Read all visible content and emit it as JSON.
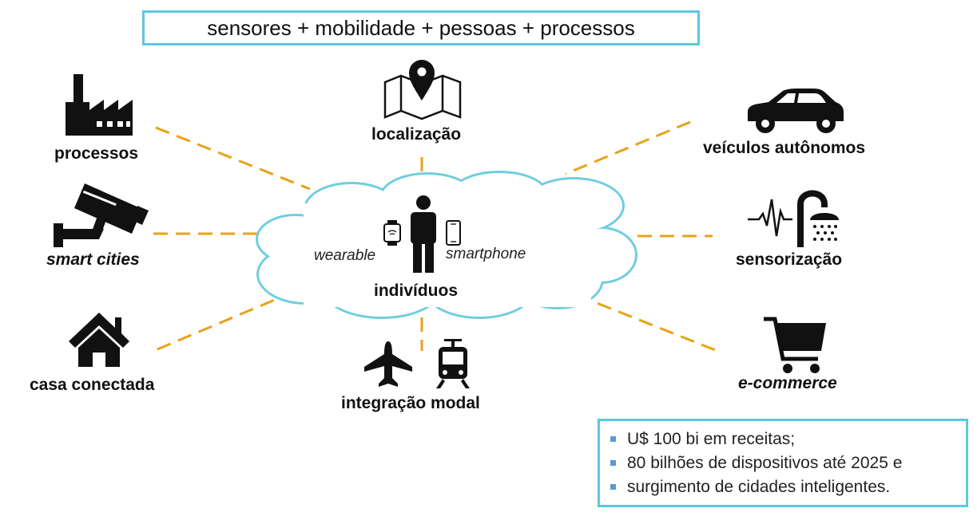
{
  "title": "sensores + mobilidade + pessoas + processos",
  "center": {
    "label": "indivíduos",
    "wearable": "wearable",
    "smartphone": "smartphone"
  },
  "nodes": {
    "processos": "processos",
    "smart_cities": "smart cities",
    "casa": "casa conectada",
    "localizacao": "localização",
    "integracao": "integração modal",
    "veiculos": "veículos autônomos",
    "sensorizacao": "sensorização",
    "ecommerce": "e-commerce"
  },
  "stats": [
    "U$ 100 bi em receitas;",
    "80 bilhões de dispositivos até 2025 e",
    "surgimento de cidades inteligentes."
  ],
  "colors": {
    "accent_box": "#5bc8dd",
    "cloud_stroke": "#6fcde0",
    "connector": "#e8a21a",
    "bullet": "#5b9bd5"
  },
  "icons": [
    "factory-icon",
    "cctv-camera-icon",
    "house-icon",
    "map-pin-icon",
    "airplane-icon",
    "train-icon",
    "car-icon",
    "shower-sensor-icon",
    "shopping-cart-icon",
    "person-icon",
    "smartwatch-icon",
    "smartphone-icon"
  ]
}
